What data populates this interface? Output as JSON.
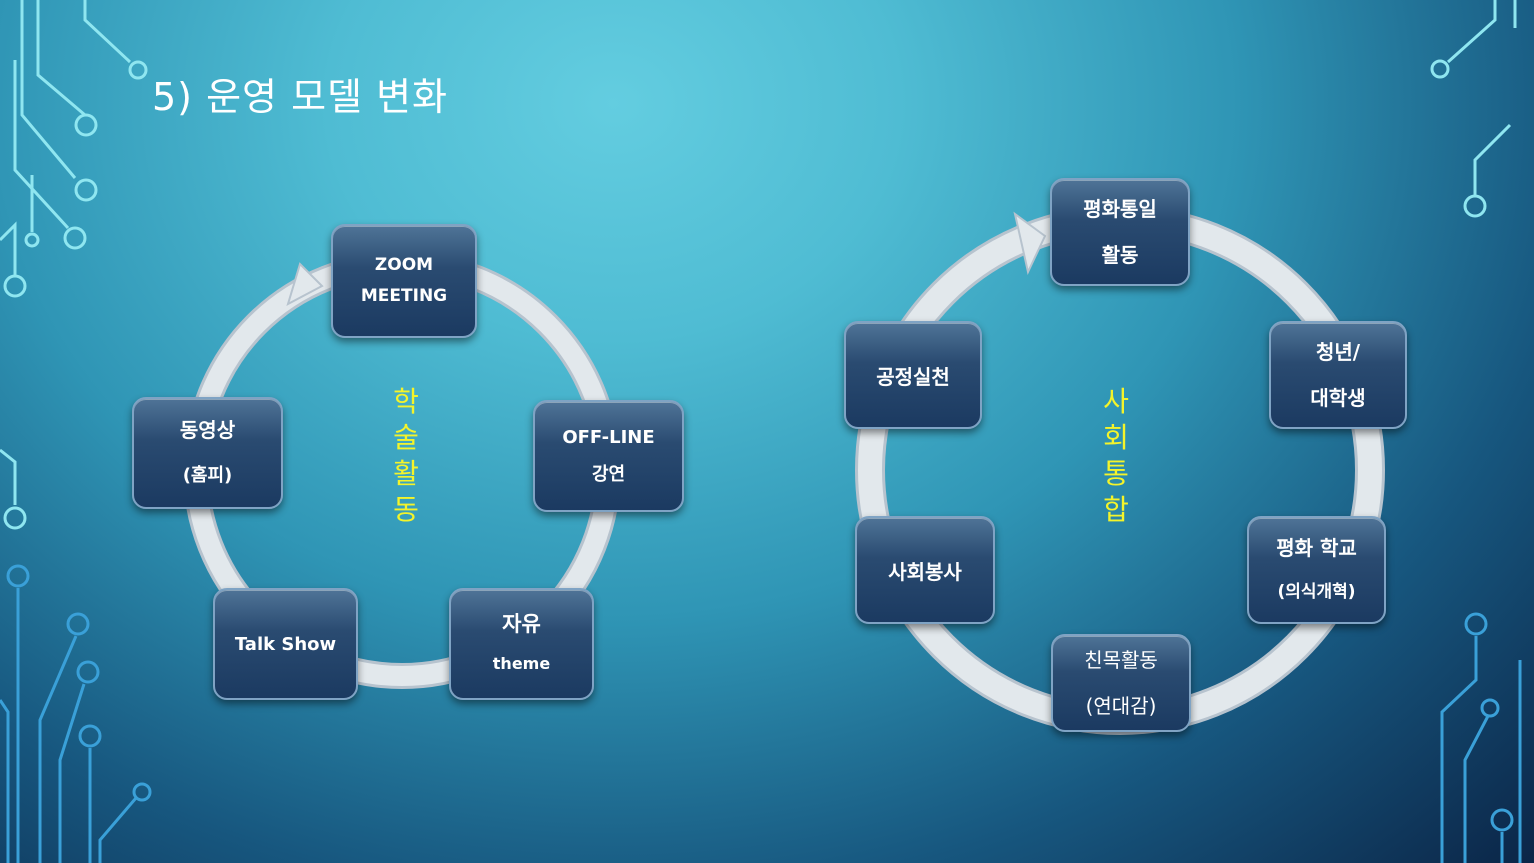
{
  "slide": {
    "title": "5) 운영 모델 변화"
  },
  "left_cycle": {
    "center_label": [
      "학",
      "술",
      "활",
      "동"
    ],
    "nodes": [
      {
        "id": "zoom",
        "lines": [
          "ZOOM",
          "MEETING"
        ]
      },
      {
        "id": "offline",
        "lines": [
          "OFF-LINE",
          "강연"
        ]
      },
      {
        "id": "free",
        "lines": [
          "자유",
          "theme"
        ]
      },
      {
        "id": "talkshow",
        "lines": [
          "Talk Show"
        ]
      },
      {
        "id": "video",
        "lines": [
          "동영상",
          "(홈피)"
        ]
      }
    ]
  },
  "right_cycle": {
    "center_label": [
      "사",
      "회",
      "통",
      "합"
    ],
    "nodes": [
      {
        "id": "peace-unification",
        "lines": [
          "평화통일",
          "활동"
        ]
      },
      {
        "id": "youth",
        "lines": [
          "청년/",
          "대학생"
        ]
      },
      {
        "id": "peace-school",
        "lines": [
          "평화 학교",
          "(의식개혁)"
        ]
      },
      {
        "id": "friendship",
        "lines": [
          "친목활동",
          "(연대감)"
        ]
      },
      {
        "id": "volunteer",
        "lines": [
          "사회봉사"
        ]
      },
      {
        "id": "fair-practice",
        "lines": [
          "공정실천"
        ]
      }
    ]
  },
  "colors": {
    "accent_text": "#f4f42a",
    "node_fill": "#1b3a61",
    "ring": "#d6dde3"
  }
}
